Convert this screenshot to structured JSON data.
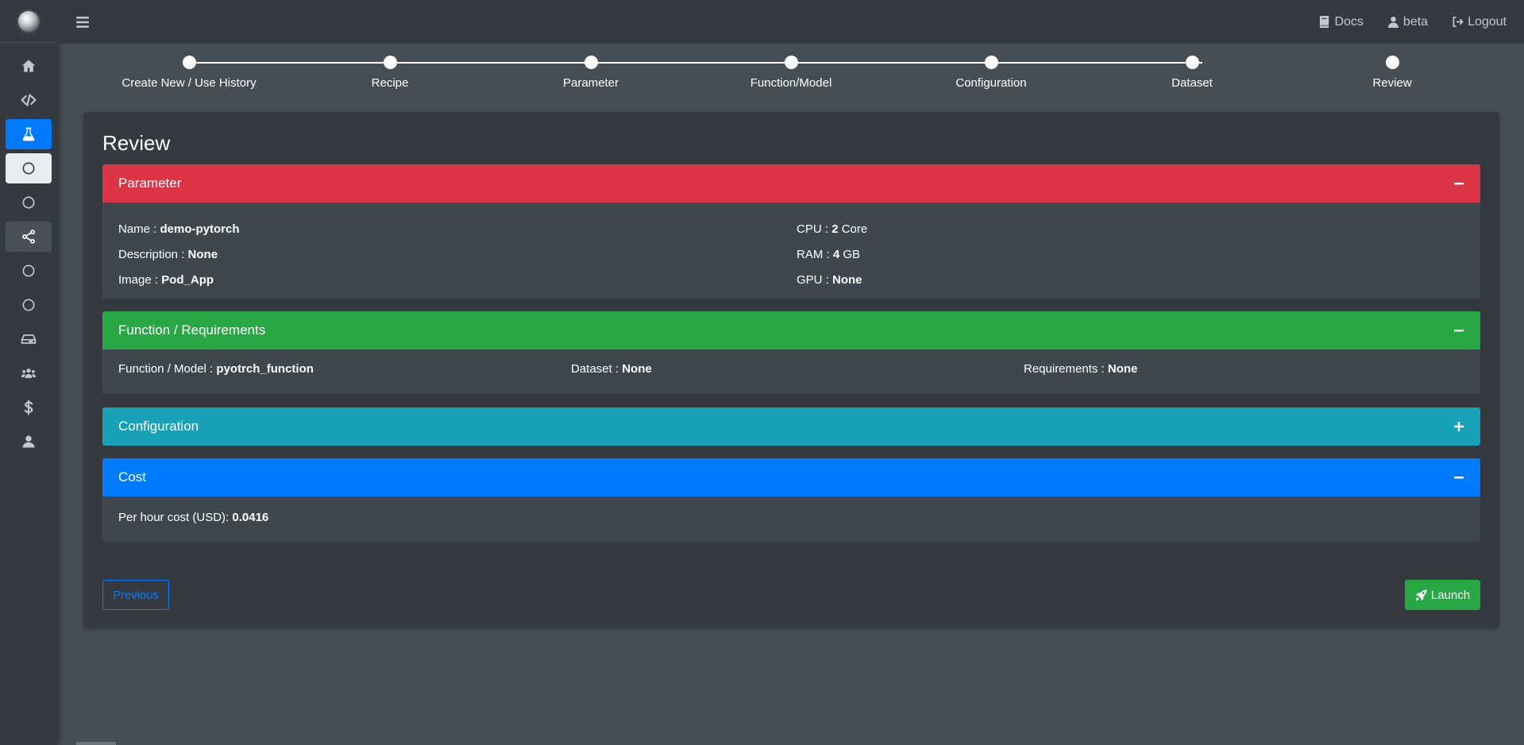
{
  "sidebar": {
    "items": [
      {
        "icon": "home-icon"
      },
      {
        "icon": "code-icon"
      },
      {
        "icon": "flask-icon"
      },
      {
        "icon": "circle-icon"
      },
      {
        "icon": "circle-icon"
      },
      {
        "icon": "share-nodes-icon"
      },
      {
        "icon": "circle-icon"
      },
      {
        "icon": "circle-icon"
      },
      {
        "icon": "hard-drive-icon"
      },
      {
        "icon": "users-icon"
      },
      {
        "icon": "dollar-icon"
      },
      {
        "icon": "user-icon"
      }
    ]
  },
  "topbar": {
    "docs": "Docs",
    "user": "beta",
    "logout": "Logout"
  },
  "stepper": {
    "steps": [
      "Create New / Use History",
      "Recipe",
      "Parameter",
      "Function/Model",
      "Configuration",
      "Dataset",
      "Review"
    ]
  },
  "review": {
    "title": "Review",
    "parameter": {
      "header": "Parameter",
      "name_label": "Name : ",
      "name_value": "demo-pytorch",
      "description_label": "Description : ",
      "description_value": "None",
      "image_label": "Image : ",
      "image_value": "Pod_App",
      "cpu_label": "CPU : ",
      "cpu_value": "2",
      "cpu_unit": " Core",
      "ram_label": "RAM : ",
      "ram_value": "4",
      "ram_unit": " GB",
      "gpu_label": "GPU : ",
      "gpu_value": "None"
    },
    "function": {
      "header": "Function / Requirements",
      "model_label": "Function / Model : ",
      "model_value": "pyotrch_function",
      "dataset_label": "Dataset : ",
      "dataset_value": "None",
      "requirements_label": "Requirements : ",
      "requirements_value": "None"
    },
    "configuration": {
      "header": "Configuration"
    },
    "cost": {
      "header": "Cost",
      "per_hour_label": "Per hour cost (USD): ",
      "per_hour_value": "0.0416"
    }
  },
  "buttons": {
    "previous": "Previous",
    "launch": "Launch"
  },
  "colors": {
    "parameter": "#dc3545",
    "function": "#28a745",
    "configuration": "#17a2b8",
    "cost": "#007bff"
  }
}
